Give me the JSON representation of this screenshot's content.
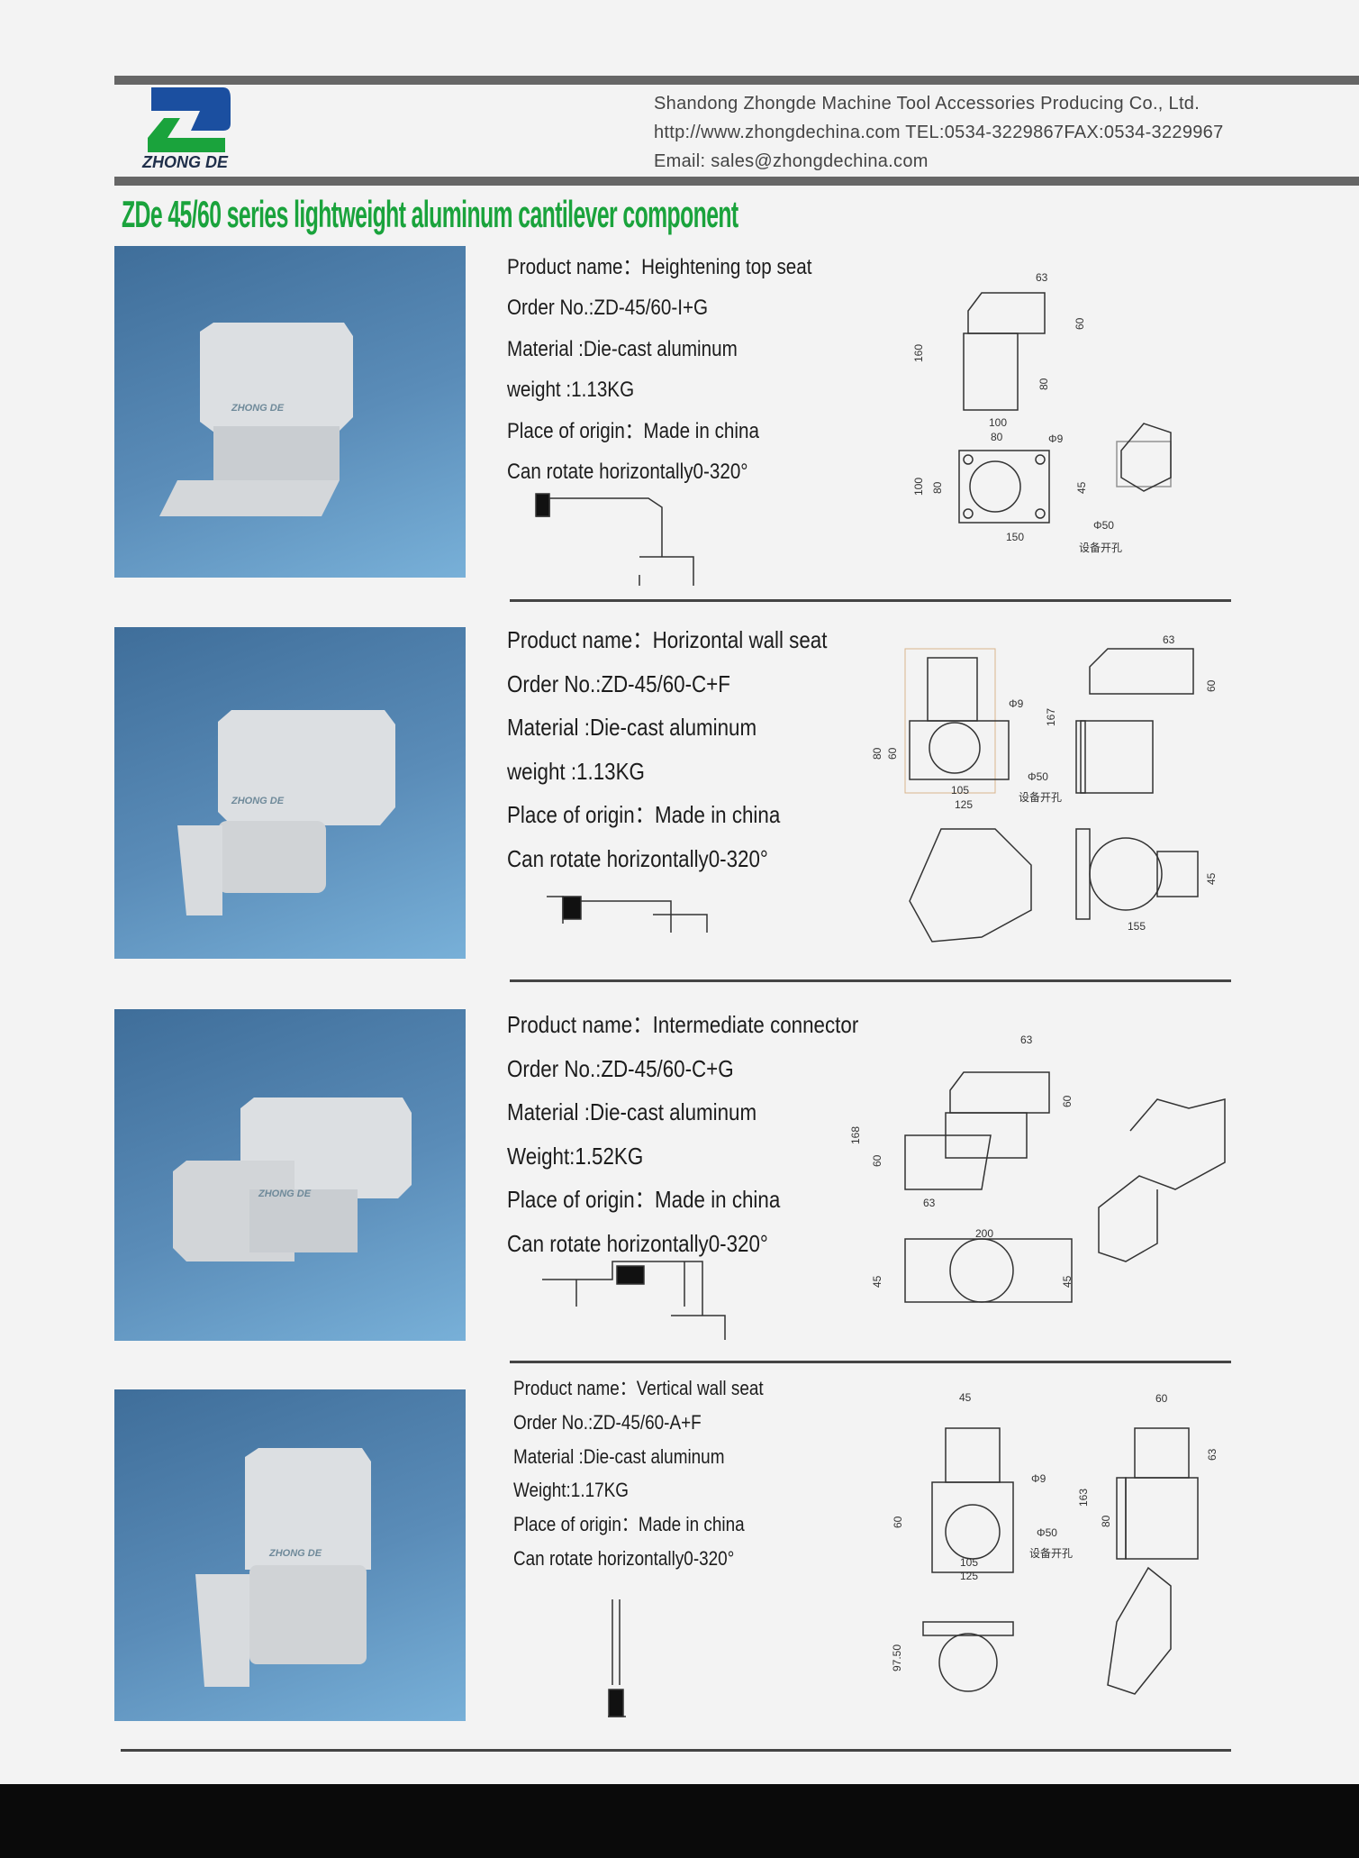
{
  "header": {
    "logo_text": "ZHONG DE",
    "company": "Shandong Zhongde Machine Tool Accessories Producing Co., Ltd.",
    "contact": "http://www.zhongdechina.com TEL:0534-3229867FAX:0534-3229967",
    "email": "Email: sales@zhongdechina.com"
  },
  "title": "ZDe 45/60 series lightweight aluminum cantilever component",
  "colors": {
    "title_green": "#1aa33c",
    "logo_blue": "#1b4fa0",
    "logo_green": "#1aa33c",
    "bar_gray": "#666666"
  },
  "products": [
    {
      "name": "Product name：Heightening top seat",
      "order": "Order No.:ZD-45/60-I+G",
      "material": "Material :Die-cast aluminum",
      "weight": "weight :1.13KG",
      "origin": "Place of origin：Made in china",
      "rotate": "Can rotate horizontally0-320°",
      "photo_watermark": "ZHONG DE",
      "dims": [
        "63",
        "60",
        "160",
        "80",
        "100",
        "80",
        "Φ9",
        "100",
        "80",
        "45",
        "Φ50",
        "150",
        "设备开孔"
      ]
    },
    {
      "name": "Product name：Horizontal wall seat",
      "order": "Order No.:ZD-45/60-C+F",
      "material": "Material :Die-cast aluminum",
      "weight": "weight :1.13KG",
      "origin": "Place of origin：Made in china",
      "rotate": "Can rotate horizontally0-320°",
      "photo_watermark": "ZHONG DE",
      "dims": [
        "63",
        "60",
        "167",
        "Φ9",
        "80",
        "60",
        "Φ50",
        "105",
        "125",
        "设备开孔",
        "45",
        "155"
      ]
    },
    {
      "name": "Product name：Intermediate connector",
      "order": "Order No.:ZD-45/60-C+G",
      "material": "Material :Die-cast aluminum",
      "weight": "Weight:1.52KG",
      "origin": "Place of origin：Made in china",
      "rotate": "Can rotate horizontally0-320°",
      "photo_watermark": "ZHONG DE",
      "dims": [
        "63",
        "60",
        "168",
        "60",
        "63",
        "200",
        "45",
        "45"
      ]
    },
    {
      "name": "Product name：Vertical wall seat",
      "order": "Order No.:ZD-45/60-A+F",
      "material": "Material :Die-cast aluminum",
      "weight": "Weight:1.17KG",
      "origin": "Place of origin：Made in china",
      "rotate": "Can rotate horizontally0-320°",
      "photo_watermark": "ZHONG DE",
      "dims": [
        "45",
        "Φ9",
        "60",
        "Φ50",
        "105",
        "125",
        "设备开孔",
        "60",
        "63",
        "163",
        "80",
        "97.50"
      ]
    }
  ]
}
